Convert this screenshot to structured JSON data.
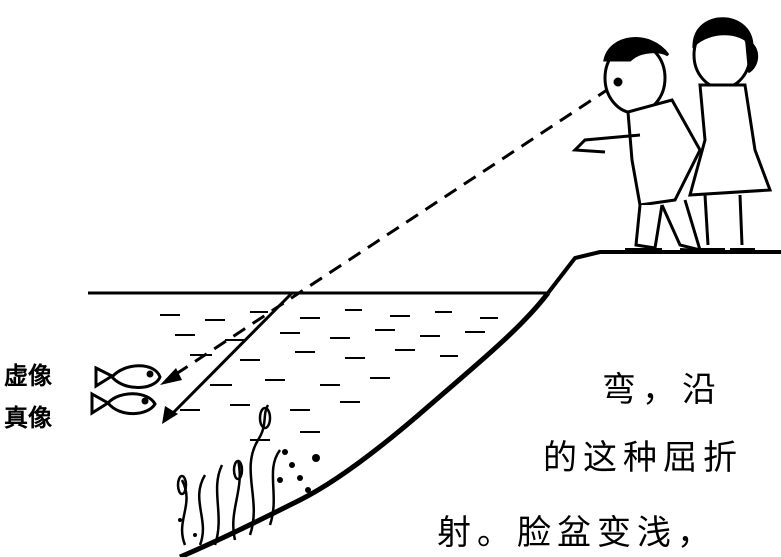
{
  "labels": {
    "virtual_image": "虚像",
    "real_image": "真像"
  },
  "text_fragments": {
    "line1": "弯，沿",
    "line2": "的这种屈折",
    "line3": "射。脸盆变浅，"
  },
  "colors": {
    "ink": "#000000",
    "paper": "#ffffff"
  }
}
